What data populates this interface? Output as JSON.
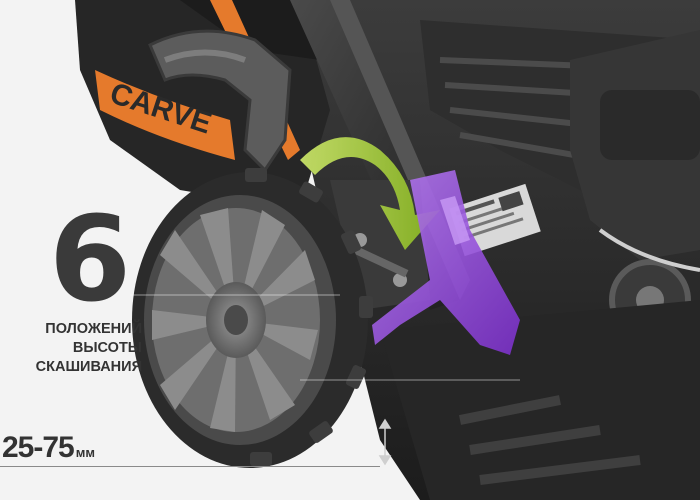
{
  "brand": {
    "logo_text": "CARVE"
  },
  "infographic": {
    "positions_count": "6",
    "caption_lines": [
      "ПОЛОЖЕНИЙ",
      "ВЫСОТЫ",
      "СКАШИВАНИЯ"
    ],
    "height_range": "25-75",
    "height_unit": "мм"
  },
  "colors": {
    "accent_orange": "#e57a2c",
    "lever_purple": "#9b4fe0",
    "arrow_green": "#a8d23a",
    "body_dark": "#2b2b2b"
  },
  "icons": {
    "rotation_arrow": "curved-arrow-icon",
    "height_marker": "vertical-double-arrow-icon"
  }
}
